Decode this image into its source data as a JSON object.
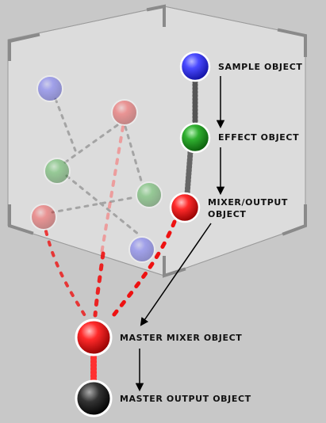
{
  "labels": {
    "sample": "SAMPLE OBJECT",
    "effect": "EFFECT OBJECT",
    "mixer_line1": "MIXER/OUTPUT",
    "mixer_line2": "OBJECT",
    "master_mixer": "MASTER MIXER OBJECT",
    "master_output": "MASTER OUTPUT OBJECT"
  },
  "colors": {
    "sample": "#3a3aff",
    "effect": "#22aa22",
    "mixer": "#ff2222",
    "master_output": "#222222",
    "connection": "#e01010"
  }
}
